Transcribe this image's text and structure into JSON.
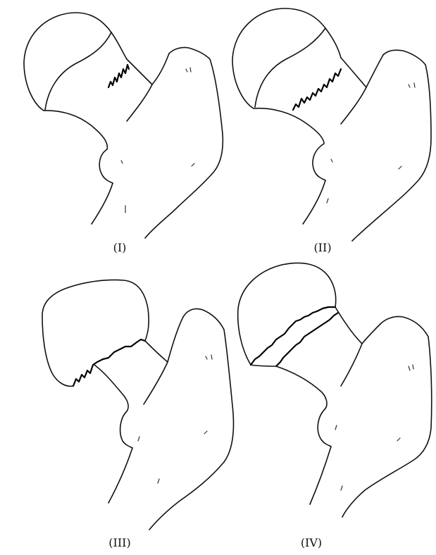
{
  "panels": [
    {
      "label": "(I)"
    },
    {
      "label": "(II)"
    },
    {
      "label": "(III)"
    },
    {
      "label": "(IV)"
    }
  ],
  "colors": {
    "line": "#111111",
    "background": "#ffffff"
  }
}
